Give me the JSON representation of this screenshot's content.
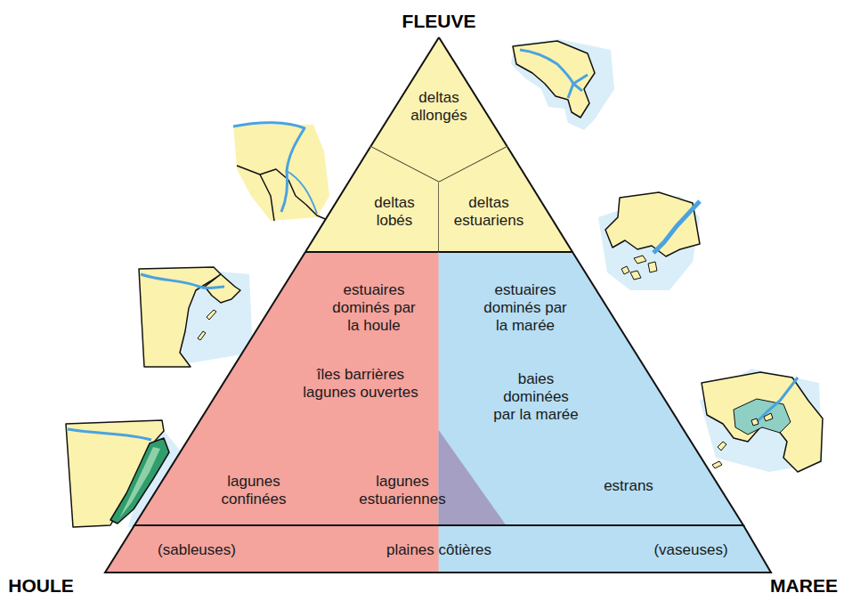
{
  "diagram": {
    "nodes": [
      {
        "text": [
          "deltas allongés"
        ]
      },
      {
        "text": [
          "deltas lobés"
        ]
      },
      {
        "text": [
          "deltas estuariens"
        ]
      },
      {
        "text": [
          "estuaires dominés par la houle",
          "îles barrières lagunes ouvertes",
          "lagunes confinées",
          "lagunes estuariennes"
        ]
      },
      {
        "text": [
          "estuaires dominés par la marée",
          "baies dominées par la marée",
          "estrans"
        ]
      },
      {
        "text": [
          "(sableuses)",
          "plaines côtières",
          "(vaseuses)"
        ]
      }
    ],
    "labels": [
      "FLEUVE",
      "HOULE",
      "MAREE"
    ]
  }
}
